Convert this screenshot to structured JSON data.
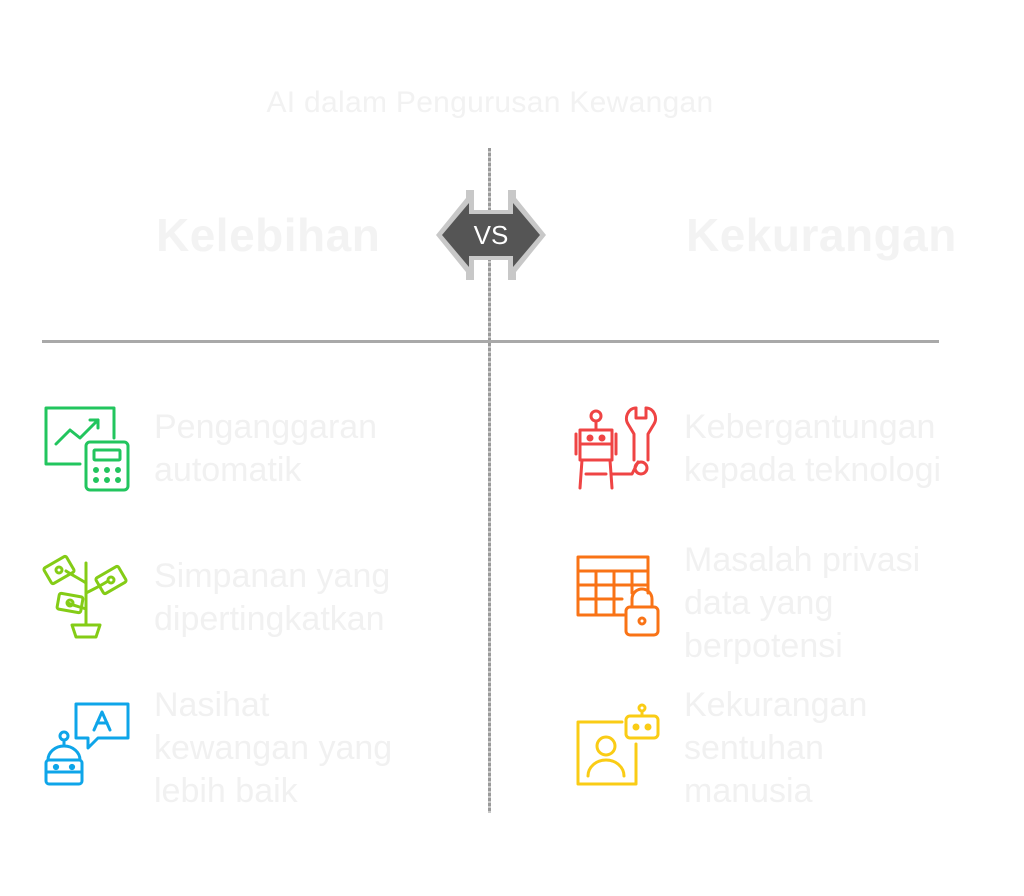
{
  "title": "AI dalam Pengurusan Kewangan",
  "left": {
    "heading": "Kelebihan",
    "items": [
      {
        "label": "Penganggaran\nautomatik",
        "icon": "chart-calculator-icon",
        "color": "#22c55e"
      },
      {
        "label": "Simpanan yang\ndipertingkatkan",
        "icon": "money-plant-icon",
        "color": "#84cc16"
      },
      {
        "label": "Nasihat\nkewangan yang\nlebih baik",
        "icon": "robot-chat-icon",
        "color": "#0ea5e9"
      }
    ]
  },
  "right": {
    "heading": "Kekurangan",
    "items": [
      {
        "label": "Kebergantungan\nkepada teknologi",
        "icon": "robot-wrench-icon",
        "color": "#ef4444"
      },
      {
        "label": "Masalah privasi\ndata yang\nberpotensi",
        "icon": "table-lock-icon",
        "color": "#f97316"
      },
      {
        "label": "Kekurangan\nsentuhan\nmanusia",
        "icon": "person-robot-icon",
        "color": "#facc15"
      }
    ]
  },
  "vs": "VS",
  "colors": {
    "badge": "#555555",
    "divider": "#a9a9a9"
  }
}
